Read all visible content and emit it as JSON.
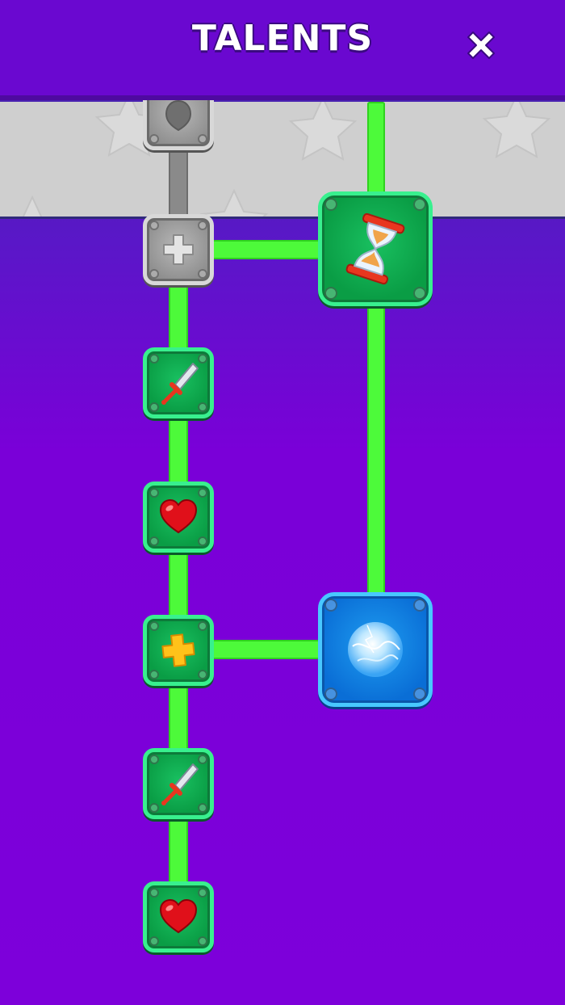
{
  "header": {
    "title": "TALENTS",
    "close_icon": "close-icon"
  },
  "colors": {
    "header_bg": "#6a08d0",
    "background": "#7d00da",
    "connector_active": "#4dfa3a",
    "connector_locked": "#8a8a8a",
    "node_green": "#0a9d45",
    "node_blue": "#0a6ed6",
    "node_locked": "#9a9a9a",
    "banner_bg": "#cfcfcf"
  },
  "talent_tree": {
    "nodes": [
      {
        "id": "node-shield-locked",
        "icon": "shield-icon",
        "state": "locked"
      },
      {
        "id": "node-plus-locked",
        "icon": "plus-icon",
        "state": "locked"
      },
      {
        "id": "node-hourglass",
        "icon": "hourglass-icon",
        "state": "unlocked"
      },
      {
        "id": "node-sword-1",
        "icon": "sword-icon",
        "state": "unlocked"
      },
      {
        "id": "node-heart-1",
        "icon": "heart-icon",
        "state": "unlocked"
      },
      {
        "id": "node-plus-1",
        "icon": "plus-icon",
        "state": "unlocked"
      },
      {
        "id": "node-energy-orb",
        "icon": "energy-orb-icon",
        "state": "special"
      },
      {
        "id": "node-sword-2",
        "icon": "sword-icon",
        "state": "unlocked"
      },
      {
        "id": "node-heart-2",
        "icon": "heart-icon",
        "state": "unlocked"
      }
    ]
  }
}
